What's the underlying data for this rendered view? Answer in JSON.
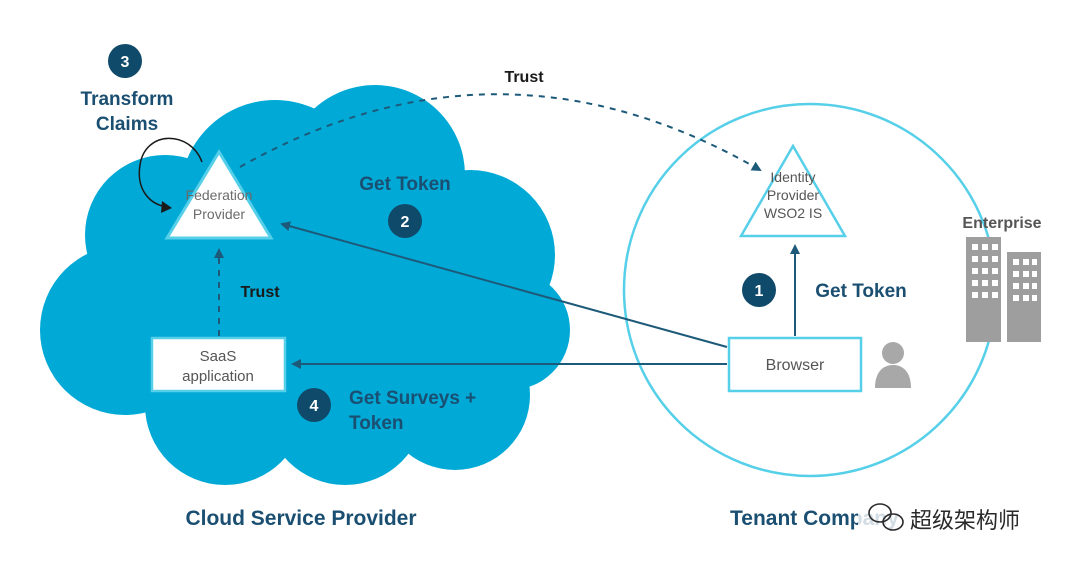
{
  "colors": {
    "cloud": "#00a9d6",
    "navy": "#104a6b",
    "arrow": "#1d5a7a",
    "circle": "#56cfe9",
    "building": "#9e9e9e",
    "person": "#a8a8a8"
  },
  "icons": [
    "loop-arrow-icon",
    "building-icon",
    "person-icon",
    "wechat-icon"
  ],
  "steps": {
    "step3": {
      "num": "3",
      "line1": "Transform",
      "line2": "Claims"
    },
    "step2": {
      "num": "2",
      "label": "Get Token"
    },
    "step1": {
      "num": "1",
      "label": "Get Token"
    },
    "step4": {
      "num": "4",
      "line1": "Get Surveys +",
      "line2": "Token"
    }
  },
  "trust_top": "Trust",
  "trust_mid": "Trust",
  "federation": {
    "line1": "Federation",
    "line2": "Provider"
  },
  "idp": {
    "line1": "Identity",
    "line2": "Provider",
    "line3": "WSO2 IS"
  },
  "saas": {
    "line1": "SaaS",
    "line2": "application"
  },
  "browser": "Browser",
  "enterprise": "Enterprise",
  "footer": {
    "left": "Cloud Service Provider",
    "right": "Tenant Company"
  },
  "watermark": "超级架构师"
}
